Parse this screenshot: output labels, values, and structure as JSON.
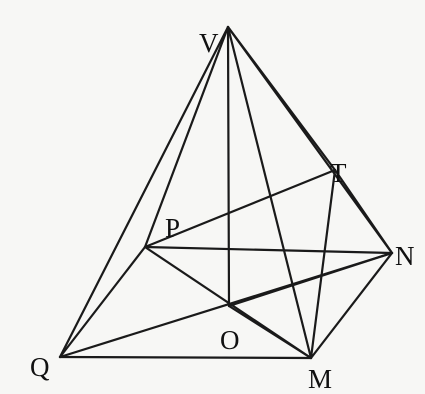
{
  "points": [
    {
      "id": "V",
      "label": "V"
    },
    {
      "id": "T",
      "label": "T"
    },
    {
      "id": "P",
      "label": "P"
    },
    {
      "id": "N",
      "label": "N"
    },
    {
      "id": "O",
      "label": "O"
    },
    {
      "id": "Q",
      "label": "Q"
    },
    {
      "id": "M",
      "label": "M"
    }
  ],
  "segments": [
    [
      "V",
      "Q"
    ],
    [
      "V",
      "P"
    ],
    [
      "V",
      "O"
    ],
    [
      "V",
      "M"
    ],
    [
      "V",
      "T"
    ],
    [
      "V",
      "N"
    ],
    [
      "Q",
      "M"
    ],
    [
      "Q",
      "P"
    ],
    [
      "Q",
      "N"
    ],
    [
      "P",
      "T"
    ],
    [
      "P",
      "N"
    ],
    [
      "P",
      "M"
    ],
    [
      "T",
      "N"
    ],
    [
      "T",
      "M"
    ],
    [
      "N",
      "M"
    ],
    [
      "O",
      "M"
    ],
    [
      "O",
      "N"
    ]
  ],
  "colors": {
    "ink": "#1a1a1a",
    "background": "#f7f7f5"
  }
}
